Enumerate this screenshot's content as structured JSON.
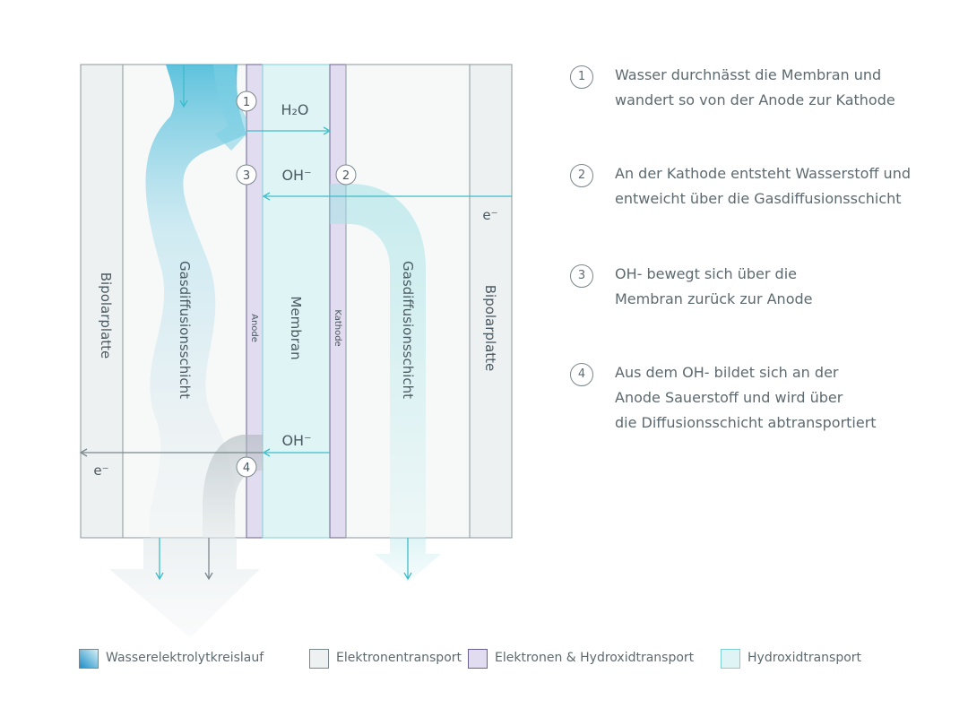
{
  "diagram": {
    "layers": {
      "bipolar_left": "Bipolarplatte",
      "gdl_left": "Gasdiffusionsschicht",
      "anode": "Anode",
      "membrane": "Membran",
      "cathode": "Kathode",
      "gdl_right": "Gasdiffusionsschicht",
      "bipolar_right": "Bipolarplatte"
    },
    "labels": {
      "h2o": "H₂O",
      "oh_top": "OH⁻",
      "oh_bottom": "OH⁻",
      "e_right": "e⁻",
      "e_left": "e⁻"
    },
    "markers": [
      "1",
      "2",
      "3",
      "4"
    ]
  },
  "steps": [
    {
      "num": "1",
      "line1": "Wasser durchnässt die Membran und",
      "line2": "wandert so von der Anode zur Kathode"
    },
    {
      "num": "2",
      "line1": "An der Kathode entsteht Wasserstoff und",
      "line2": "entweicht über die Gasdiffusionsschicht"
    },
    {
      "num": "3",
      "line1": "OH- bewegt sich über die",
      "line2": "Membran zurück zur Anode"
    },
    {
      "num": "4",
      "line1": "Aus dem OH- bildet sich an der",
      "line2": "Anode Sauerstoff und wird über",
      "line3": "die Diffusionsschicht abtransportiert"
    }
  ],
  "legend": [
    {
      "label": "Wasserelektrolytkreislauf",
      "color": "#2bb0d3"
    },
    {
      "label": "Elektronentransport",
      "color": "#eef1f1"
    },
    {
      "label": "Elektronen & Hydroxidtransport",
      "color": "#e2dcf0"
    },
    {
      "label": "Hydroxidtransport",
      "color": "#dff4f4"
    }
  ],
  "colors": {
    "bipolar": "#eef1f1",
    "gdl": "#f7f9f9",
    "electrode": "#e2dcf0",
    "membrane": "#dff4f4",
    "flow_water": "#2bb0d3",
    "arrow_cyan": "#3dbcc9",
    "line_gray": "#7a878d"
  }
}
